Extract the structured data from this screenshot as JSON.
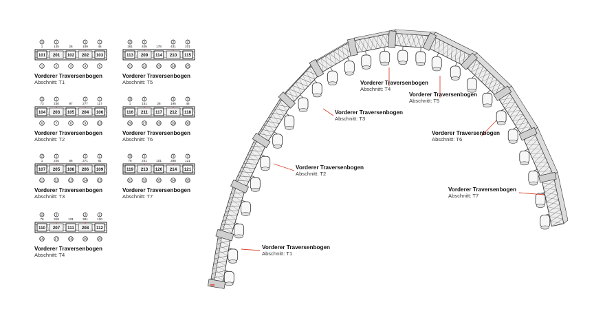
{
  "segments": [
    {
      "title": "Vorderer Traversenbogen",
      "subtitle": "Abschnitt: T1",
      "top_circles": [
        "1",
        "1",
        "1",
        "1"
      ],
      "top_nums": [
        "1",
        "145",
        "26",
        "189",
        "46"
      ],
      "ids": [
        "101",
        "201",
        "102",
        "202",
        "103"
      ],
      "bottom_circles": [
        "1",
        "2",
        "3",
        "4",
        "5"
      ]
    },
    {
      "title": "Vorderer Traversenbogen",
      "subtitle": "Abschnitt: T2",
      "top_circles": [
        "1",
        "1",
        "1",
        "1"
      ],
      "top_nums": [
        "73",
        "230",
        "97",
        "277",
        "117"
      ],
      "ids": [
        "104",
        "203",
        "105",
        "204",
        "106"
      ],
      "bottom_circles": [
        "6",
        "7",
        "8",
        "9",
        "10"
      ]
    },
    {
      "title": "Vorderer Traversenbogen",
      "subtitle": "Abschnitt: T3",
      "top_circles": [
        "2",
        "2",
        "2",
        "2"
      ],
      "top_nums": [
        "1",
        "225",
        "56",
        "271",
        "81"
      ],
      "ids": [
        "107",
        "205",
        "108",
        "206",
        "109"
      ],
      "bottom_circles": [
        "11",
        "12",
        "13",
        "14",
        "15"
      ]
    },
    {
      "title": "Vorderer Traversenbogen",
      "subtitle": "Abschnitt: T4",
      "top_circles": [
        "2",
        "2",
        "2",
        "2"
      ],
      "top_nums": [
        "76",
        "319",
        "131",
        "361",
        "120"
      ],
      "ids": [
        "110",
        "207",
        "111",
        "208",
        "112"
      ],
      "bottom_circles": [
        "16",
        "17",
        "18",
        "19",
        "20"
      ]
    },
    {
      "title": "Vorderer Traversenbogen",
      "subtitle": "Abschnitt: T5",
      "top_circles": [
        "2",
        "2",
        "2",
        "2"
      ],
      "top_nums": [
        "161",
        "405",
        "178",
        "431",
        "201"
      ],
      "ids": [
        "113",
        "209",
        "114",
        "210",
        "115"
      ],
      "bottom_circles": [
        "21",
        "22",
        "23",
        "24",
        "25"
      ]
    },
    {
      "title": "Vorderer Traversenbogen",
      "subtitle": "Abschnitt: T6",
      "top_circles": [
        "3",
        "3",
        "3",
        "3"
      ],
      "top_nums": [
        "1",
        "151",
        "26",
        "195",
        "46"
      ],
      "ids": [
        "116",
        "211",
        "117",
        "212",
        "118"
      ],
      "bottom_circles": [
        "26",
        "27",
        "28",
        "29",
        "30"
      ]
    },
    {
      "title": "Vorderer Traversenbogen",
      "subtitle": "Abschnitt: T7",
      "top_circles": [
        "3",
        "3",
        "3",
        "3"
      ],
      "top_nums": [
        "76",
        "241",
        "101",
        "288",
        "121"
      ],
      "ids": [
        "119",
        "213",
        "120",
        "214",
        "121"
      ],
      "bottom_circles": [
        "31",
        "32",
        "33",
        "34",
        "35"
      ]
    }
  ],
  "callouts": [
    {
      "title": "Vorderer Traversenbogen",
      "subtitle": "Abschnitt: T1"
    },
    {
      "title": "Vorderer Traversenbogen",
      "subtitle": "Abschnitt: T2"
    },
    {
      "title": "Vorderer Traversenbogen",
      "subtitle": "Abschnitt: T3"
    },
    {
      "title": "Vorderer Traversenbogen",
      "subtitle": "Abschnitt: T4"
    },
    {
      "title": "Vorderer Traversenbogen",
      "subtitle": "Abschnitt: T5"
    },
    {
      "title": "Vorderer Traversenbogen",
      "subtitle": "Abschnitt: T6"
    },
    {
      "title": "Vorderer Traversenbogen",
      "subtitle": "Abschnitt: T7"
    }
  ],
  "colors": {
    "leader": "#d9442f",
    "truss_fill": "#eeeeee",
    "truss_stroke": "#333333",
    "lamp_fill": "#f7f7f7"
  }
}
